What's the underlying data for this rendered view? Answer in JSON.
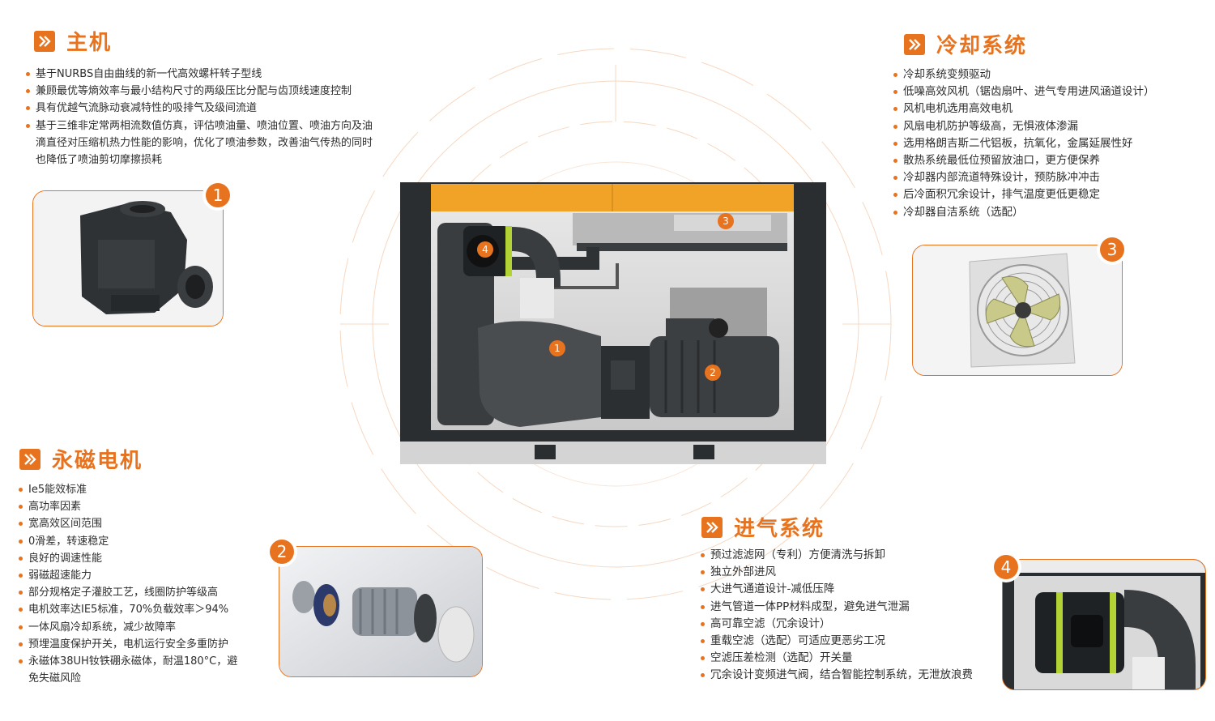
{
  "host": {
    "title": "主机",
    "bullets": [
      "基于NURBS自由曲线的新一代高效螺杆转子型线",
      "兼顾最优等熵效率与最小结构尺寸的两级压比分配与齿顶线速度控制",
      "具有优越气流脉动衰减特性的吸排气及级间流道",
      "基于三维非定常两相流数值仿真，评估喷油量、喷油位置、喷油方向及油滴直径对压缩机热力性能的影响，优化了喷油参数，改善油气传热的同时也降低了喷油剪切摩擦损耗"
    ],
    "badge": "1"
  },
  "cooling": {
    "title": "冷却系统",
    "bullets": [
      "冷却系统变频驱动",
      "低噪高效风机（锯齿扇叶、进气专用进风涵道设计）",
      "风机电机选用高效电机",
      "风扇电机防护等级高，无惧液体渗漏",
      "选用格朗吉斯二代铝板，抗氧化，金属延展性好",
      "散热系统最低位预留放油口，更方便保养",
      "冷却器内部流道特殊设计，预防脉冲冲击",
      "后冷面积冗余设计，排气温度更低更稳定",
      "冷却器自洁系统（选配）"
    ],
    "badge": "3"
  },
  "motor": {
    "title": "永磁电机",
    "bullets": [
      "Ie5能效标准",
      "高功率因素",
      "宽高效区间范围",
      "0滑差，转速稳定",
      "良好的调速性能",
      "弱磁超速能力",
      "部分规格定子灌胶工艺，线圈防护等级高",
      "电机效率达IE5标准，70%负载效率＞94%",
      "一体风扇冷却系统，减少故障率",
      "预埋温度保护开关，电机运行安全多重防护",
      "永磁体38UH钕铁硼永磁体，耐温180°C，避免失磁风险"
    ],
    "badge": "2"
  },
  "intake": {
    "title": "进气系统",
    "bullets": [
      "预过滤滤网（专利）方便清洗与拆卸",
      "独立外部进风",
      "大进气通道设计-减低压降",
      "进气管道一体PP材料成型，避免进气泄漏",
      "高可靠空滤（冗余设计）",
      "重载空滤（选配）可适应更恶劣工况",
      "空滤压差检测（选配）开关量",
      "冗余设计变频进气阀，结合智能控制系统，无泄放浪费"
    ],
    "badge": "4"
  },
  "callouts": [
    "1",
    "2",
    "3",
    "4"
  ],
  "colors": {
    "accent": "#e8731f",
    "machine_dark": "#2b2e31",
    "machine_top": "#f0a326"
  },
  "icons": {
    "section": "double-chevron-right-icon"
  }
}
